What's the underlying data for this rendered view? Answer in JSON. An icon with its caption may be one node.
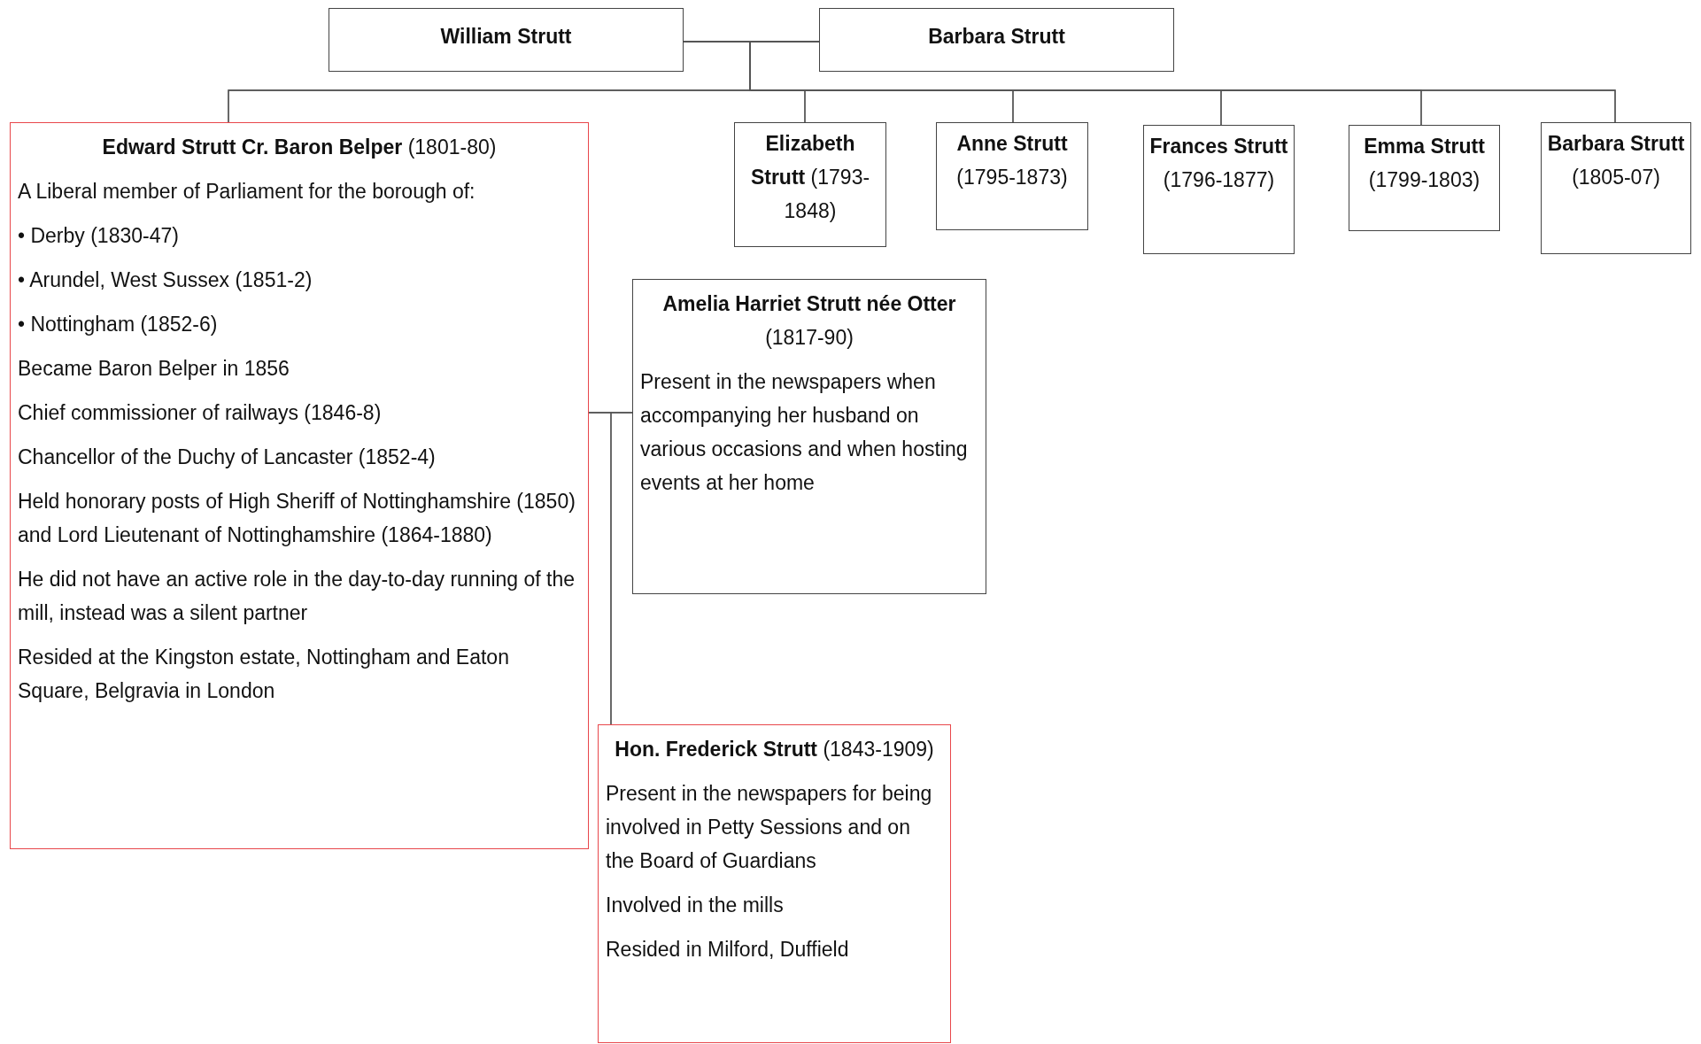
{
  "diagram": {
    "nodes": [
      {
        "text": [
          "William Strutt"
        ]
      },
      {
        "text": [
          "Barbara Strutt"
        ]
      },
      {
        "text": [
          "**Edward Strutt Cr. Baron Belper** (1801-80)",
          "A Liberal member of Parliament for the borough of:",
          "• Derby (1830-47)",
          "• Arundel, West Sussex (1851-2)",
          "• Nottingham (1852-6)",
          "Became Baron Belper in 1856",
          "Chief commissioner of railways (1846-8)",
          "Chancellor of the Duchy of Lancaster (1852-4)",
          "Held honorary posts of High Sheriff of Nottinghamshire (1850) and Lord Lieutenant of Nottinghamshire (1864-1880)",
          "He did not have an active role in the day-to-day running of the mill, instead was a silent partner",
          "Resided at the Kingston estate, Nottingham and Eaton Square, Belgravia in London"
        ]
      },
      {
        "text": [
          "**Elizabeth Strutt** (1793-1848)"
        ]
      },
      {
        "text": [
          "**Anne Strutt** (1795-1873)"
        ]
      },
      {
        "text": [
          "**Frances Strutt** (1796-1877)"
        ]
      },
      {
        "text": [
          "**Emma Strutt** (1799-1803)"
        ]
      },
      {
        "text": [
          "**Barbara Strutt** (1805-07)"
        ]
      },
      {
        "text": [
          "**Amelia Harriet Strutt née Otter** (1817-90)",
          "Present in the newspapers when accompanying her husband on various occasions and when hosting events at her home"
        ]
      },
      {
        "text": [
          "**Hon. Frederick Strutt** (1843-1909)",
          "Present in the newspapers for being involved in Petty Sessions and on the Board of Guardians",
          "Involved in the mills",
          "Resided in Milford, Duffield"
        ]
      }
    ],
    "edges": [
      {
        "from": 0,
        "to": 1,
        "arrow": "none"
      },
      {
        "from": 0,
        "to": 2,
        "arrow": "none"
      },
      {
        "from": 0,
        "to": 3,
        "arrow": "none"
      },
      {
        "from": 0,
        "to": 4,
        "arrow": "none"
      },
      {
        "from": 0,
        "to": 5,
        "arrow": "none"
      },
      {
        "from": 0,
        "to": 6,
        "arrow": "none"
      },
      {
        "from": 0,
        "to": 7,
        "arrow": "none"
      },
      {
        "from": 1,
        "to": 2,
        "arrow": "none"
      },
      {
        "from": 1,
        "to": 3,
        "arrow": "none"
      },
      {
        "from": 1,
        "to": 4,
        "arrow": "none"
      },
      {
        "from": 1,
        "to": 5,
        "arrow": "none"
      },
      {
        "from": 1,
        "to": 6,
        "arrow": "none"
      },
      {
        "from": 1,
        "to": 7,
        "arrow": "none"
      },
      {
        "from": 2,
        "to": 8,
        "arrow": "none"
      },
      {
        "from": 2,
        "to": 9,
        "arrow": "none"
      },
      {
        "from": 8,
        "to": 9,
        "arrow": "none"
      }
    ]
  }
}
